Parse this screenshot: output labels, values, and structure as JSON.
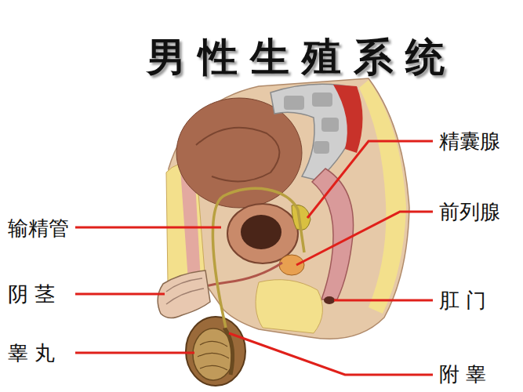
{
  "diagram": {
    "title": "男性生殖系统",
    "labels": [
      "输精管",
      "阴 茎",
      "睾 丸",
      "精囊腺",
      "前列腺",
      "肛 门",
      "附 睾"
    ]
  }
}
